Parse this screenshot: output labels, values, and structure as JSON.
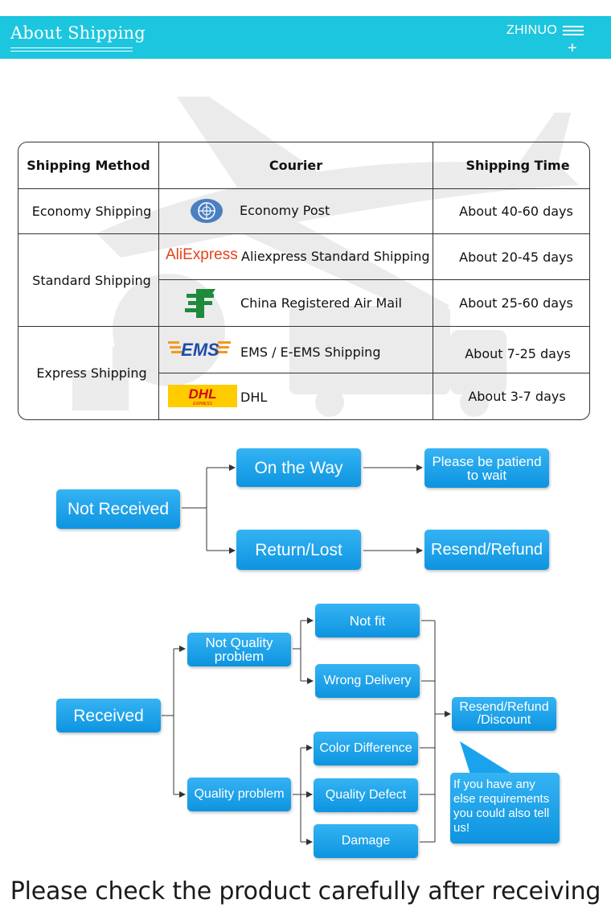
{
  "header": {
    "title": "About Shipping",
    "brand": "ZHINUO",
    "menu_icon": "hamburger-icon",
    "plus_icon": "plus-icon",
    "bg_color": "#1cc6de"
  },
  "table": {
    "headers": [
      "Shipping Method",
      "Courier",
      "Shipping Time"
    ],
    "groups": [
      {
        "method": "Economy Shipping",
        "rows": [
          {
            "logo": "un-emblem-icon",
            "courier": "Economy Post",
            "time": "About 40-60 days"
          }
        ]
      },
      {
        "method": "Standard Shipping",
        "rows": [
          {
            "logo": "aliexpress-logo",
            "logo_text": "AliExpress",
            "courier": "Aliexpress Standard Shipping",
            "time": "About 20-45 days"
          },
          {
            "logo": "china-post-icon",
            "courier": "China Registered Air Mail",
            "time": "About 25-60 days"
          }
        ]
      },
      {
        "method": "Express Shipping",
        "rows": [
          {
            "logo": "ems-logo",
            "logo_text": "EMS",
            "courier": "EMS / E-EMS Shipping",
            "time": "About 7-25 days"
          },
          {
            "logo": "dhl-logo",
            "logo_text": "DHL",
            "logo_subtext": "EXPRESS",
            "courier": "DHL",
            "time": "About 3-7 days"
          }
        ]
      }
    ]
  },
  "flow_not_received": {
    "root": "Not Received",
    "branch1": "On the Way",
    "branch1_result": [
      "Please be patiend",
      "to wait"
    ],
    "branch2": "Return/Lost",
    "branch2_result": "Resend/Refund"
  },
  "flow_received": {
    "root": "Received",
    "not_quality": [
      "Not Quality",
      "problem"
    ],
    "not_quality_items": [
      "Not fit",
      "Wrong Delivery"
    ],
    "quality": "Quality problem",
    "quality_items": [
      "Color Difference",
      "Quality Defect",
      "Damage"
    ],
    "result": [
      "Resend/Refund",
      "/Discount"
    ],
    "note": [
      "If you have any",
      " else requirements",
      "you could also tell",
      "us!"
    ]
  },
  "colors": {
    "box_blue": "#1aa3ec",
    "arrow": "#333333"
  },
  "footer": "Please check the product carefully after receiving"
}
